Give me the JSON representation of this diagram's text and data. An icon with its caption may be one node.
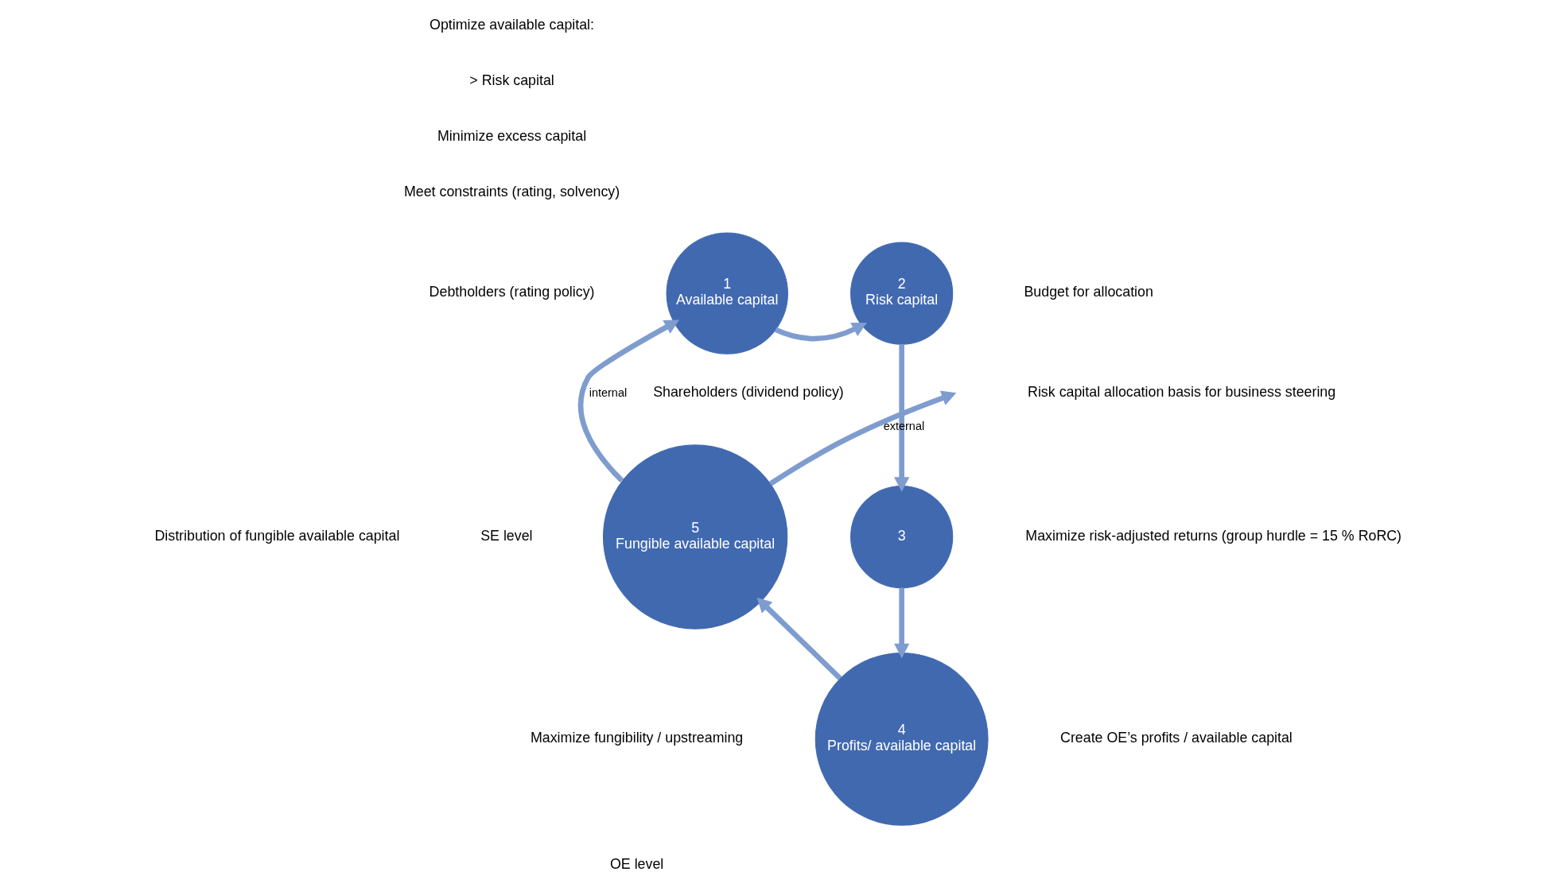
{
  "diagram": {
    "nodes": [
      {
        "text": [
          "1",
          "Available capital"
        ]
      },
      {
        "text": [
          "2",
          "Risk capital"
        ]
      },
      {
        "text": [
          "3"
        ]
      },
      {
        "text": [
          "4",
          "Profits/ available capital"
        ]
      },
      {
        "text": [
          "5",
          "Fungible available capital"
        ]
      }
    ],
    "edges": [
      {
        "from": 0,
        "to": 1,
        "arrow": "to"
      },
      {
        "from": 1,
        "to": 2,
        "arrow": "to"
      },
      {
        "from": 2,
        "to": 3,
        "arrow": "to"
      },
      {
        "from": 3,
        "to": 4,
        "arrow": "to"
      },
      {
        "from": 4,
        "to": 0,
        "arrow": "to",
        "label": "internal"
      },
      {
        "from": 4,
        "to": null,
        "arrow": "to",
        "label": "external"
      }
    ],
    "labels": [
      "Optimize available capital:",
      "> Risk capital",
      "Minimize excess capital",
      "Meet constraints (rating, solvency)",
      "Debtholders (rating policy)",
      "Budget for allocation",
      "Shareholders (dividend policy)",
      "Risk capital allocation basis for business steering",
      "Distribution of fungible available capital",
      "SE level",
      "Maximize risk-adjusted returns (group hurdle = 15 % RoRC)",
      "Maximize fungibility / upstreaming",
      "Create OE’s profits / available capital",
      "OE level"
    ]
  }
}
